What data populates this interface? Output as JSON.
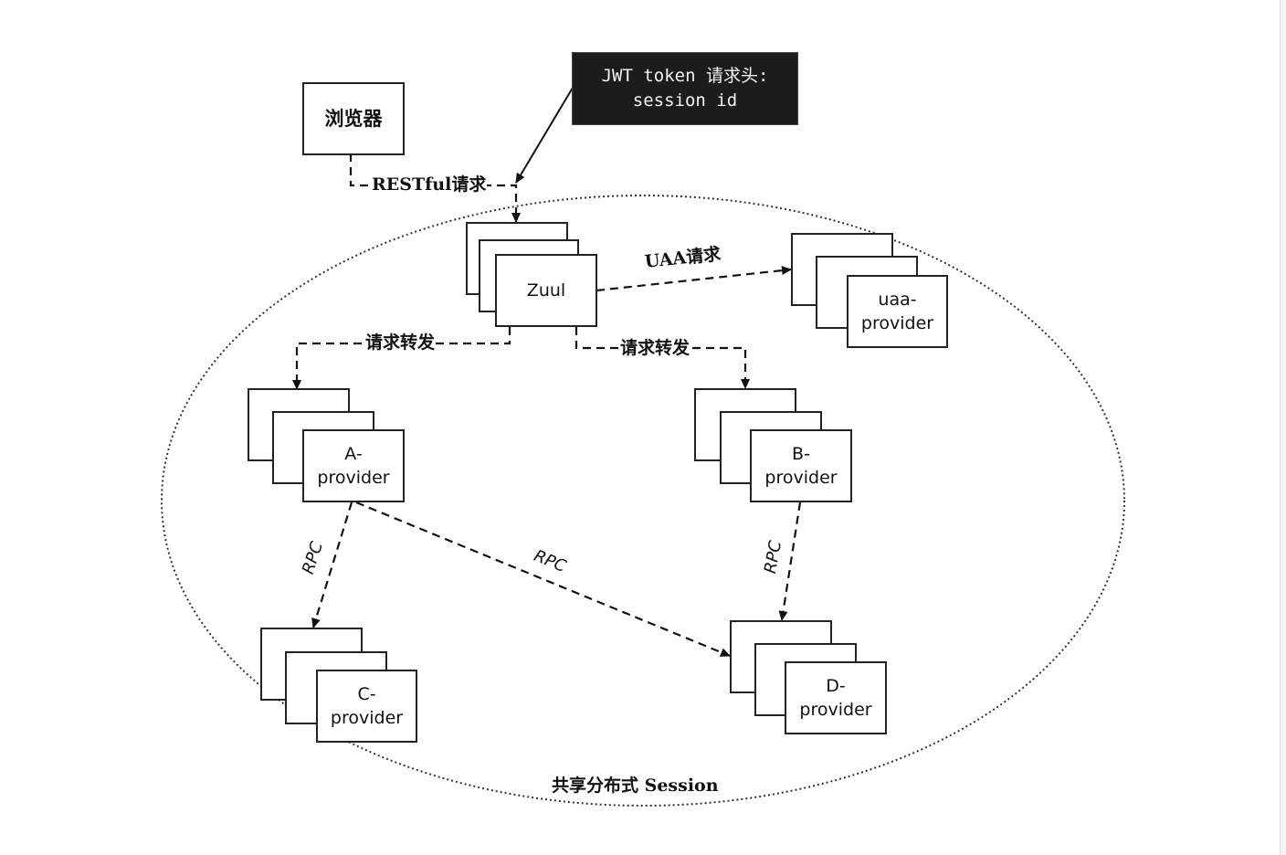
{
  "note": {
    "line1": "JWT token 请求头:",
    "line2": "session id"
  },
  "nodes": {
    "browser": "浏览器",
    "zuul": "Zuul",
    "uaa": {
      "line1": "uaa-",
      "line2": "provider"
    },
    "a": {
      "line1": "A-",
      "line2": "provider"
    },
    "b": {
      "line1": "B-",
      "line2": "provider"
    },
    "c": {
      "line1": "C-",
      "line2": "provider"
    },
    "d": {
      "line1": "D-",
      "line2": "provider"
    }
  },
  "edges": {
    "restful": "RESTful请求",
    "uaa": "UAA请求",
    "forward_left": "请求转发",
    "forward_right": "请求转发",
    "rpc_a_c": "RPC",
    "rpc_a_d": "RPC",
    "rpc_b_d": "RPC"
  },
  "region_caption": "共享分布式 Session"
}
